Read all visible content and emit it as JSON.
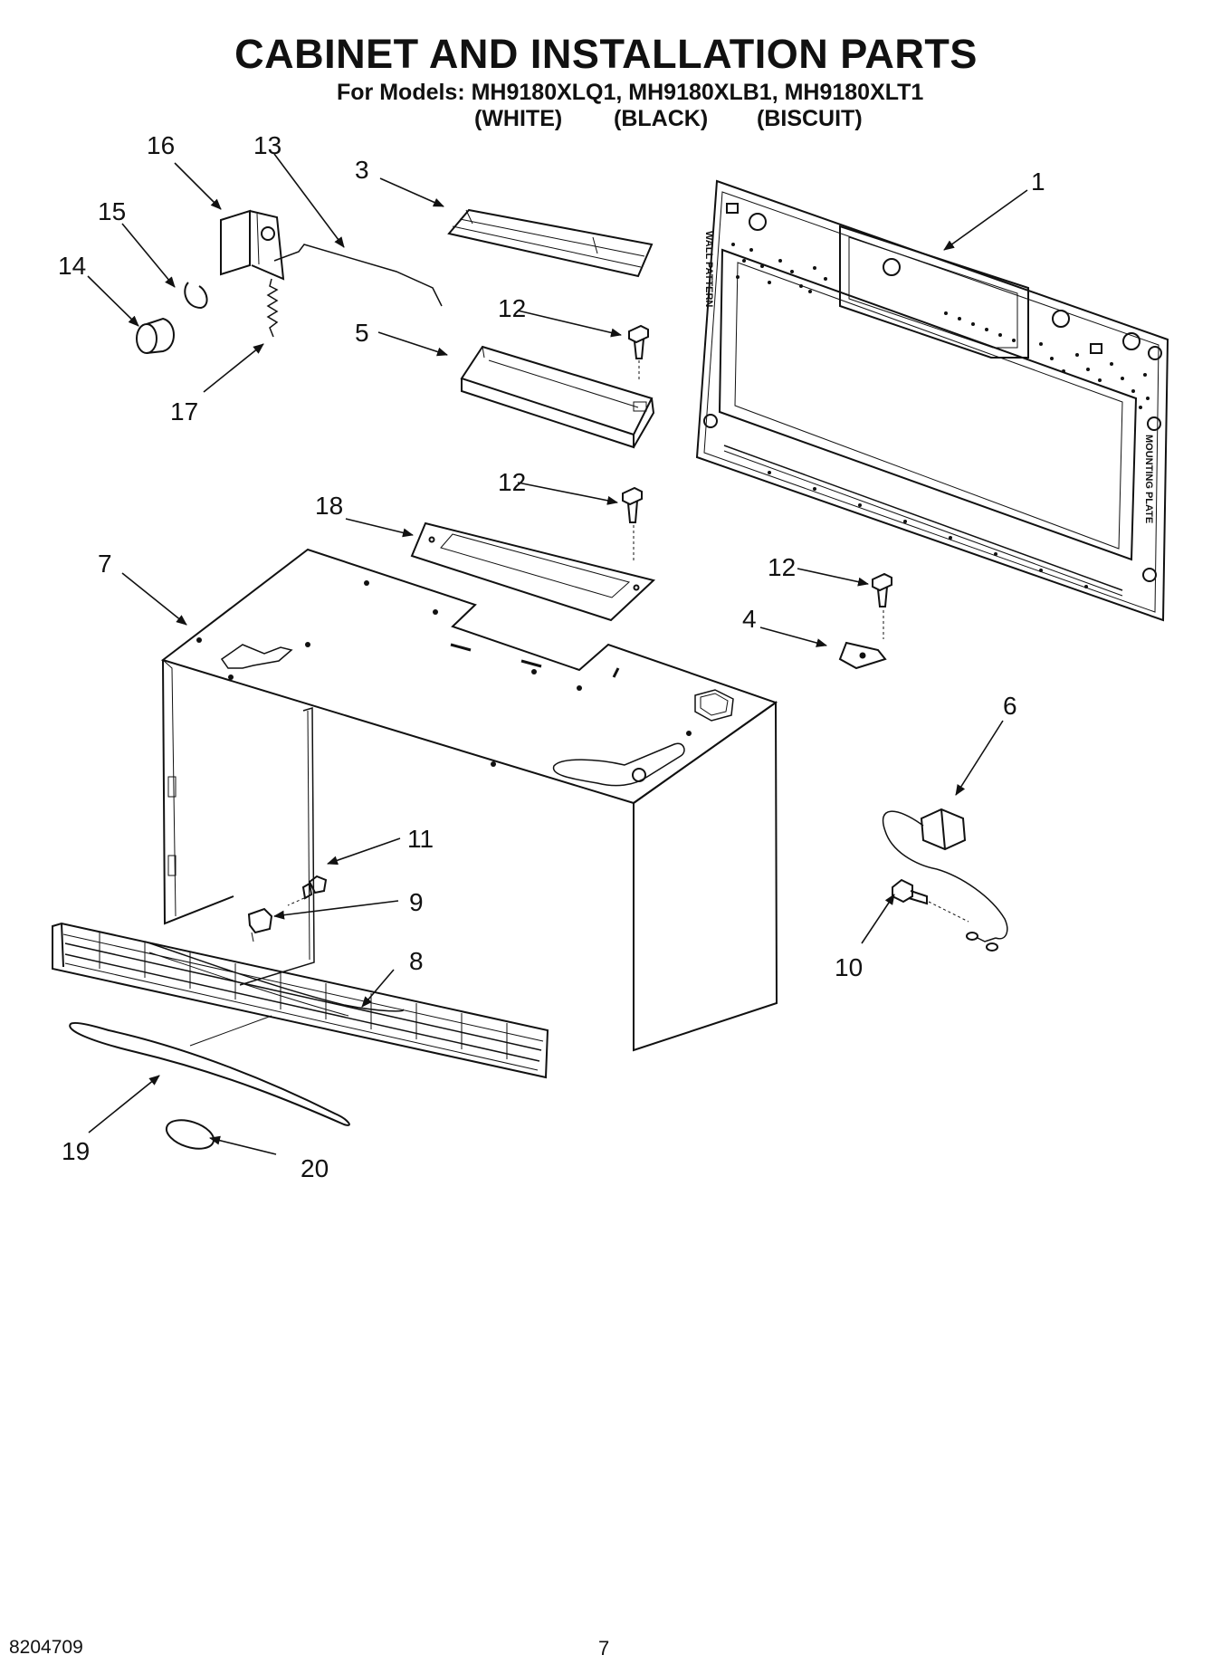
{
  "header": {
    "title": "CABINET AND INSTALLATION PARTS",
    "models_line": "For Models: MH9180XLQ1, MH9180XLB1, MH9180XLT1",
    "variants": [
      "(WHITE)",
      "(BLACK)",
      "(BISCUIT)"
    ]
  },
  "callouts": [
    "1",
    "3",
    "4",
    "5",
    "6",
    "7",
    "8",
    "9",
    "10",
    "11",
    "12",
    "12",
    "12",
    "13",
    "14",
    "15",
    "16",
    "17",
    "18",
    "19",
    "20"
  ],
  "plate_text": [
    "WALL PATTERN",
    "MOUNTING PLATE"
  ],
  "footer": {
    "doc_number": "8204709",
    "page_number": "7"
  }
}
